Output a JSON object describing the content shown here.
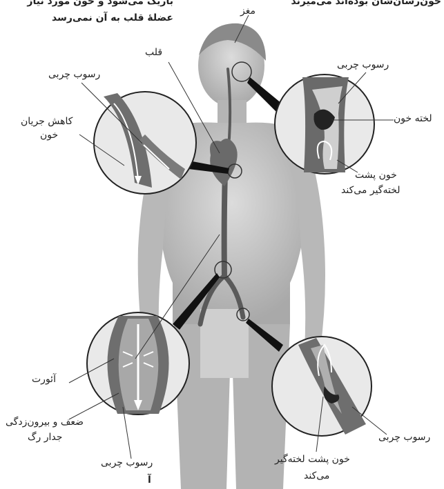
{
  "top_text": {
    "left_line1": "باریک می‌شود و خون مورد نیاز",
    "left_line2": "عضلهٔ قلب به آن نمی‌رسد",
    "right_line1": "خون‌رسان‌شان بوده‌اند می‌میرند"
  },
  "labels": {
    "brain": "مغز",
    "heart": "قلب",
    "plaque_top_left": "رسوب چربی",
    "reduced_flow_1": "کاهش جریان",
    "reduced_flow_2": "خون",
    "plaque_top_right": "رسوب چربی",
    "clot": "لخته خون",
    "blood_behind_1": "خون پشت",
    "blood_behind_2": "لخته‌گیر می‌کند",
    "aorta": "آئورت",
    "weak_wall_1": "ضعف و بیرون‌زدگی",
    "weak_wall_2": "جدار رگ",
    "plaque_bottom_left": "رسوب چربی",
    "plaque_bottom_right": "رسوب چربی",
    "blood_behind_bottom_1": "خون پشت لخته‌گیر",
    "blood_behind_bottom_2": "می‌کند",
    "part_letter": "آ"
  }
}
